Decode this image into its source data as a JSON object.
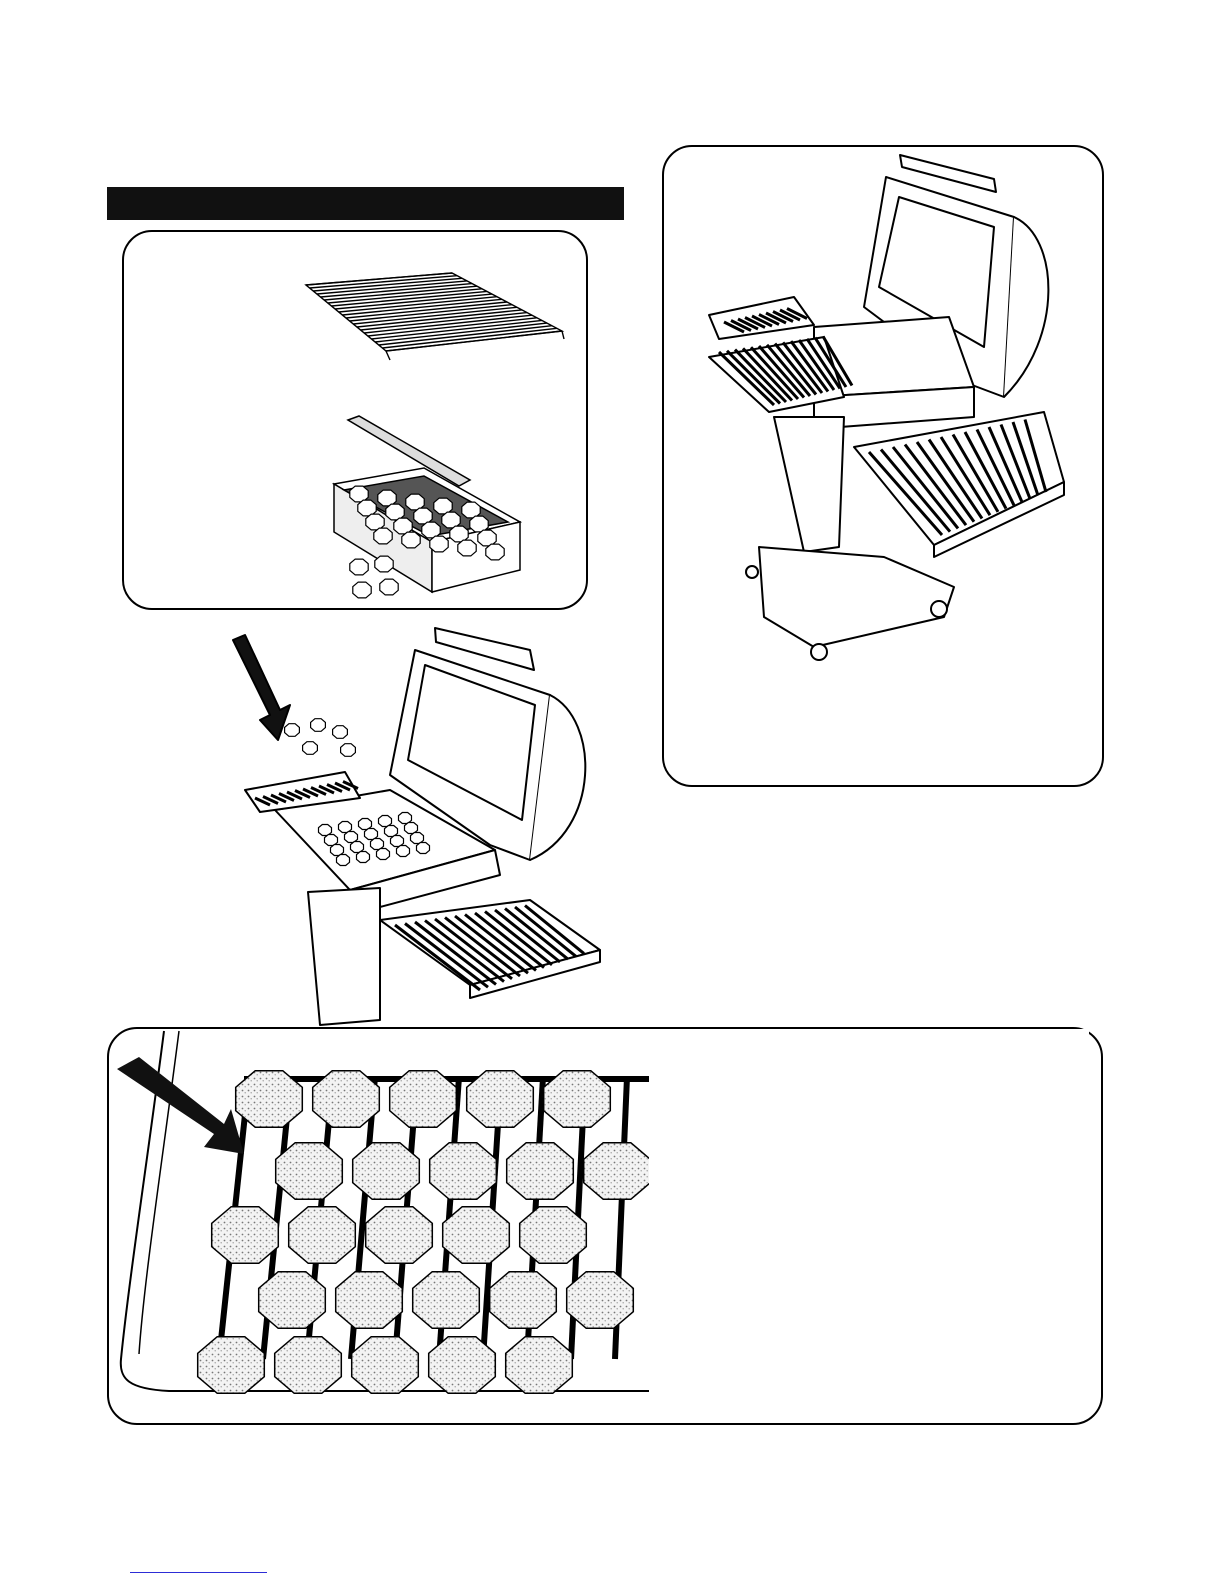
{
  "page": {
    "description_header": "",
    "panels": [
      {
        "id": "parts",
        "items": [
          "cooking-grid",
          "briquette-box"
        ]
      },
      {
        "id": "grill-open-with-grid"
      },
      {
        "id": "briquette-closeup",
        "briquette_rows": 5
      }
    ],
    "footer_link_text": ""
  },
  "colors": {
    "ink": "#000000",
    "bar": "#111111",
    "link": "#2d2dd6"
  },
  "icons": [
    "arrow-icon",
    "briquette-icon",
    "grill-icon",
    "cooking-grid-icon",
    "briquette-box-icon"
  ]
}
